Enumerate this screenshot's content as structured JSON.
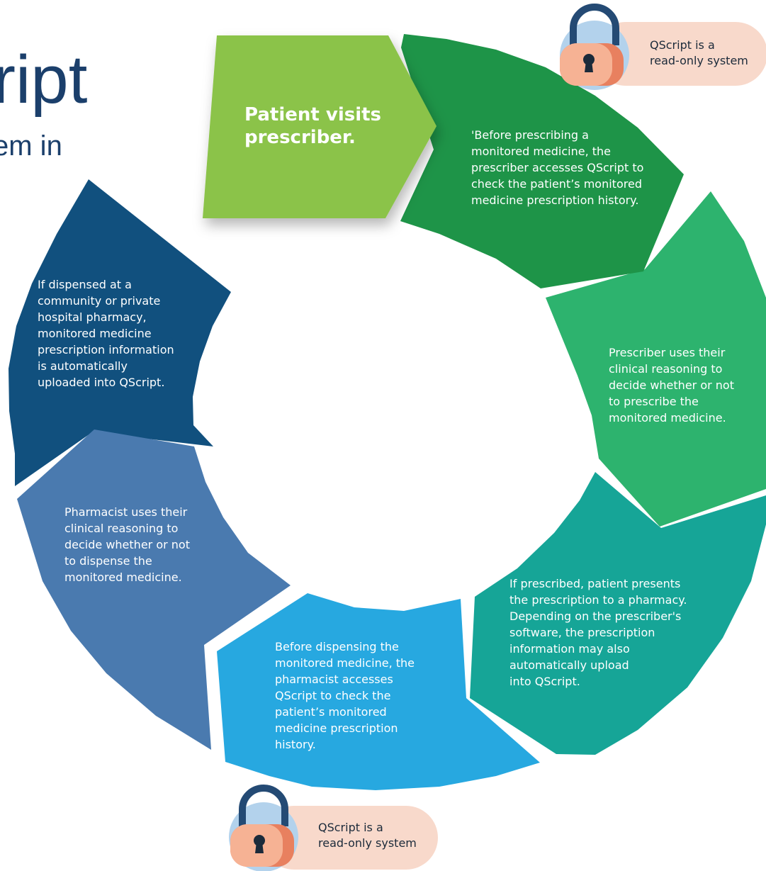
{
  "title": "ript",
  "subtitle": "em in",
  "start_step": "Patient visits\nprescriber.",
  "steps": [
    "'Before prescribing a\nmonitored medicine, the\nprescriber accesses QScript to\ncheck the patient’s monitored\nmedicine prescription history.",
    "Prescriber uses their\nclinical reasoning to\ndecide  whether or not\nto prescribe the\nmonitored medicine.",
    "If prescribed, patient presents\nthe prescription to a pharmacy.\nDepending on the prescriber's\nsoftware, the prescription\ninformation may also\nautomatically upload\ninto QScript.",
    "Before dispensing the\nmonitored medicine, the\npharmacist accesses\nQScript to check the\npatient’s monitored\nmedicine prescription\nhistory.",
    "Pharmacist uses their\nclinical reasoning to\ndecide whether or not\nto dispense the\nmonitored medicine.",
    "If dispensed at a\ncommunity or private\nhospital pharmacy,\nmonitored medicine\nprescription information\nis automatically\nuploaded into QScript."
  ],
  "notes": [
    "QScript is a\nread-only system",
    "QScript is a\nread-only system"
  ],
  "icons": [
    "lock-icon",
    "lock-icon"
  ],
  "colors": {
    "start": "#8bc34a",
    "step1": "#1e9448",
    "step2": "#2db36e",
    "step3": "#16a597",
    "step4": "#27a8e0",
    "step5": "#4a7aaf",
    "step6": "#11507e",
    "title": "#1b3f6b",
    "note_bg": "#f8d9cb"
  }
}
